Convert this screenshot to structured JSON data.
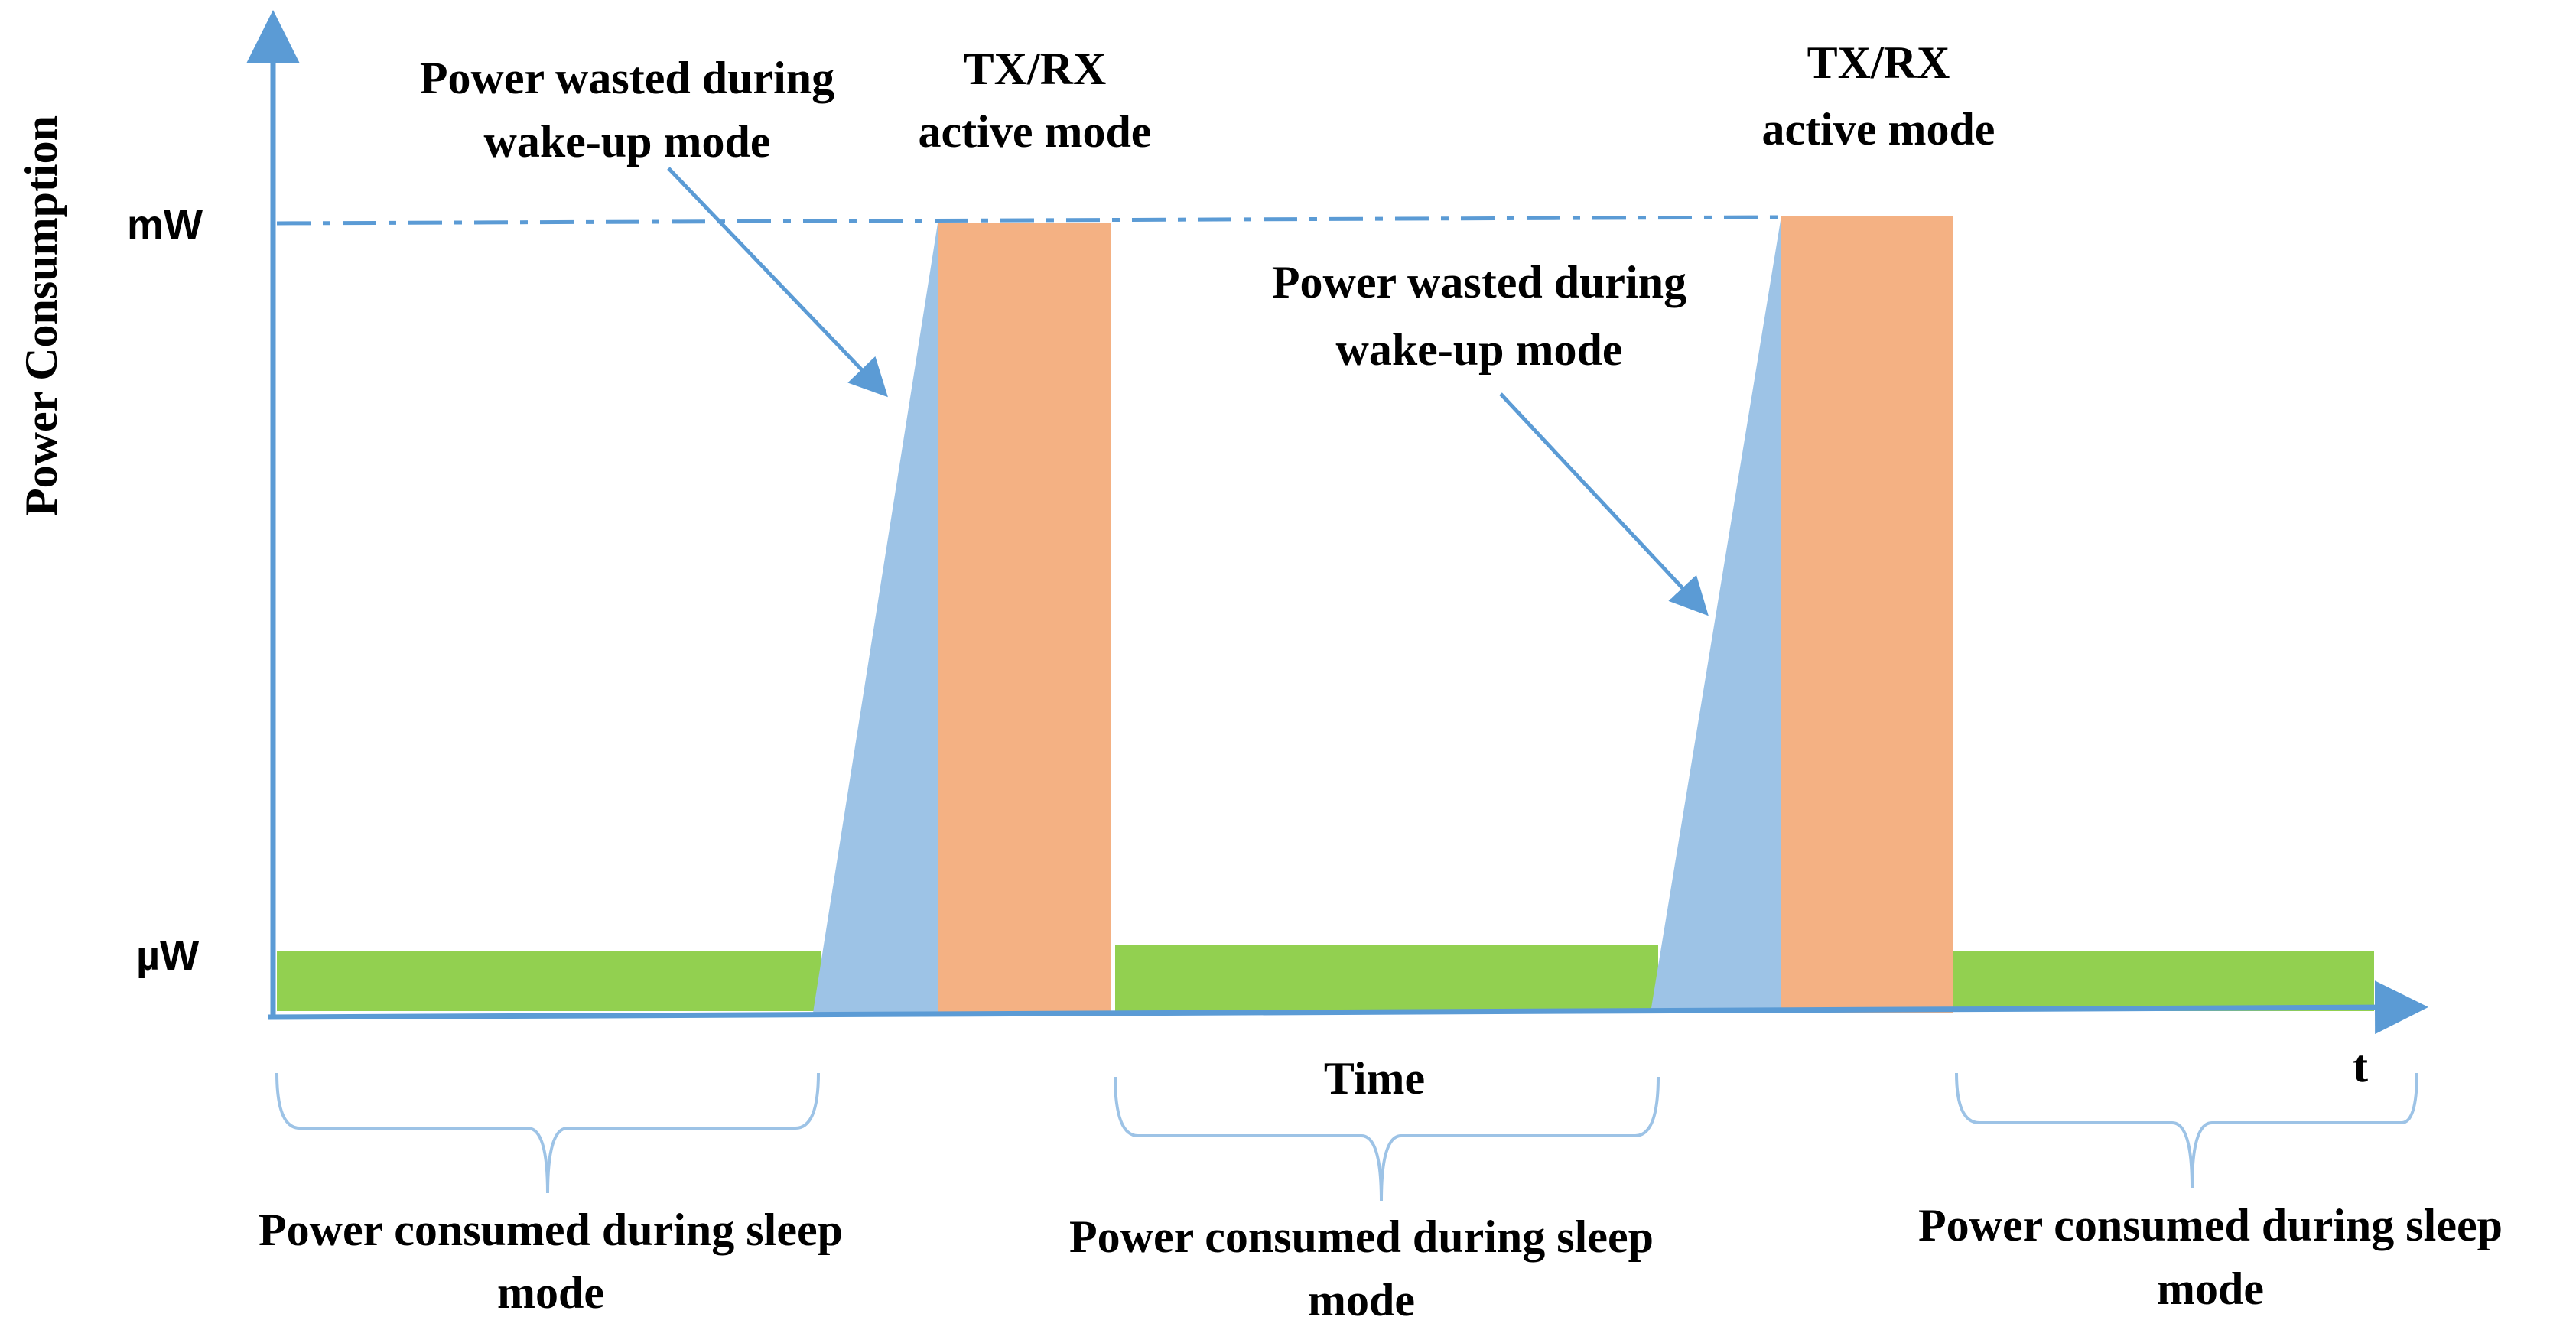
{
  "labels": {
    "y_axis_title": "Power Consumption",
    "y_high": "mW",
    "y_low": "µW",
    "x_axis_label": "Time",
    "x_axis_symbol": "t",
    "active_1_line1": "TX/RX",
    "active_1_line2": "active mode",
    "active_2_line1": "TX/RX",
    "active_2_line2": "active mode",
    "wake_1_line1": "Power wasted during",
    "wake_1_line2": "wake-up mode",
    "wake_2_line1": "Power wasted during",
    "wake_2_line2": "wake-up mode",
    "sleep_1_line1": "Power consumed during sleep",
    "sleep_1_line2": "mode",
    "sleep_2_line1": "Power consumed during sleep",
    "sleep_2_line2": "mode",
    "sleep_3_line1": "Power consumed during sleep",
    "sleep_3_line2": "mode"
  },
  "colors": {
    "axis": "#5b9bd5",
    "sleep_bar": "#92d050",
    "wake_ramp": "#9dc3e6",
    "active_block": "#f4b183",
    "brace": "#9dc3e6"
  }
}
